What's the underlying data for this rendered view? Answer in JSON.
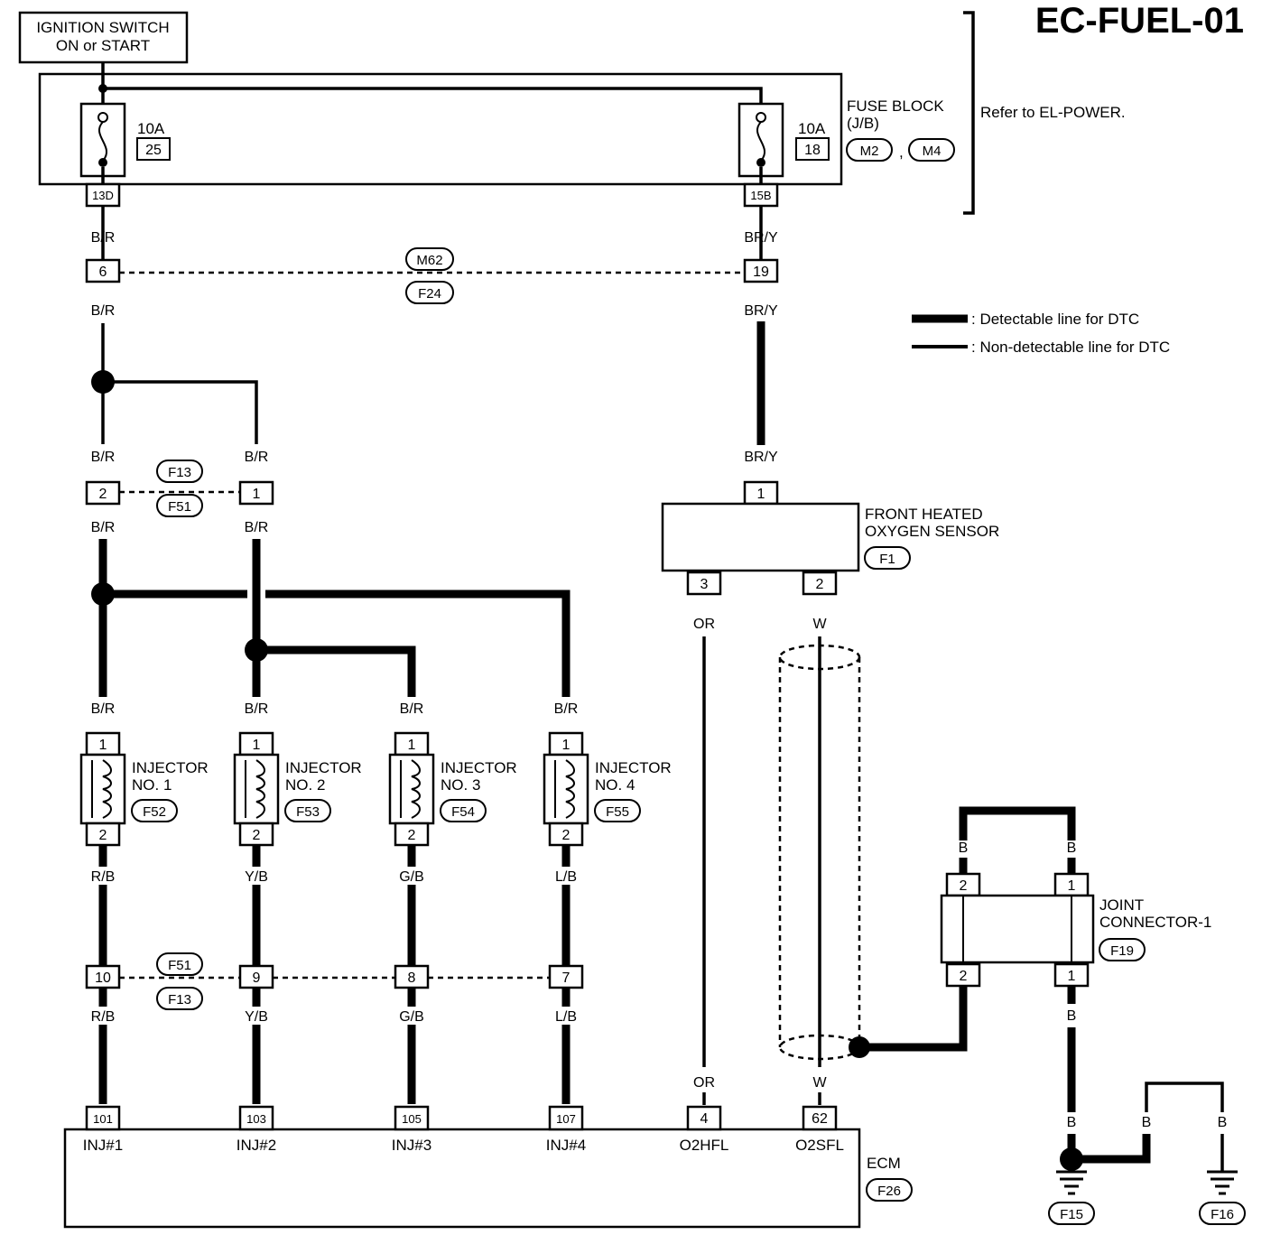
{
  "title": "EC-FUEL-01",
  "ignition": {
    "line1": "IGNITION SWITCH",
    "line2": "ON or START"
  },
  "fuse_block": {
    "label1": "FUSE BLOCK",
    "label2": "(J/B)",
    "conn_a": "M2",
    "conn_sep": ",",
    "conn_b": "M4",
    "refer": "Refer to EL-POWER."
  },
  "fuses": [
    {
      "amp": "10A",
      "num": "25",
      "terminal": "13D"
    },
    {
      "amp": "10A",
      "num": "18",
      "terminal": "15B"
    }
  ],
  "legend": {
    "detectable": ": Detectable line for DTC",
    "non_detectable": ": Non-detectable line for DTC"
  },
  "wires": {
    "br": "B/R",
    "bry": "BR/Y",
    "or": "OR",
    "w": "W",
    "rb": "R/B",
    "yb": "Y/B",
    "gb": "G/B",
    "lb": "L/B",
    "b": "B"
  },
  "connectors": {
    "m62": "M62",
    "f24": "F24",
    "f13": "F13",
    "f51": "F51",
    "f1": "F1",
    "f19": "F19",
    "f26": "F26",
    "f15": "F15",
    "f16": "F16"
  },
  "pins": {
    "m62_left": "6",
    "m62_right": "19",
    "f13_left": "2",
    "f13_right": "1",
    "o2_top": "1",
    "o2_left": "3",
    "o2_right": "2",
    "inj_bottom": [
      "10",
      "9",
      "8",
      "7"
    ],
    "jc_top_left": "2",
    "jc_top_right": "1",
    "jc_bot_left": "2",
    "jc_bot_right": "1"
  },
  "o2_sensor": {
    "line1": "FRONT HEATED",
    "line2": "OXYGEN SENSOR"
  },
  "injectors": [
    {
      "line1": "INJECTOR",
      "line2": "NO. 1",
      "conn": "F52",
      "pin_top": "1",
      "pin_bot": "2"
    },
    {
      "line1": "INJECTOR",
      "line2": "NO. 2",
      "conn": "F53",
      "pin_top": "1",
      "pin_bot": "2"
    },
    {
      "line1": "INJECTOR",
      "line2": "NO. 3",
      "conn": "F54",
      "pin_top": "1",
      "pin_bot": "2"
    },
    {
      "line1": "INJECTOR",
      "line2": "NO. 4",
      "conn": "F55",
      "pin_top": "1",
      "pin_bot": "2"
    }
  ],
  "joint_connector": {
    "line1": "JOINT",
    "line2": "CONNECTOR-1"
  },
  "ecm": {
    "label": "ECM",
    "pins": [
      {
        "num": "101",
        "label": "INJ#1"
      },
      {
        "num": "103",
        "label": "INJ#2"
      },
      {
        "num": "105",
        "label": "INJ#3"
      },
      {
        "num": "107",
        "label": "INJ#4"
      },
      {
        "num": "4",
        "label": "O2HFL"
      },
      {
        "num": "62",
        "label": "O2SFL"
      }
    ]
  }
}
